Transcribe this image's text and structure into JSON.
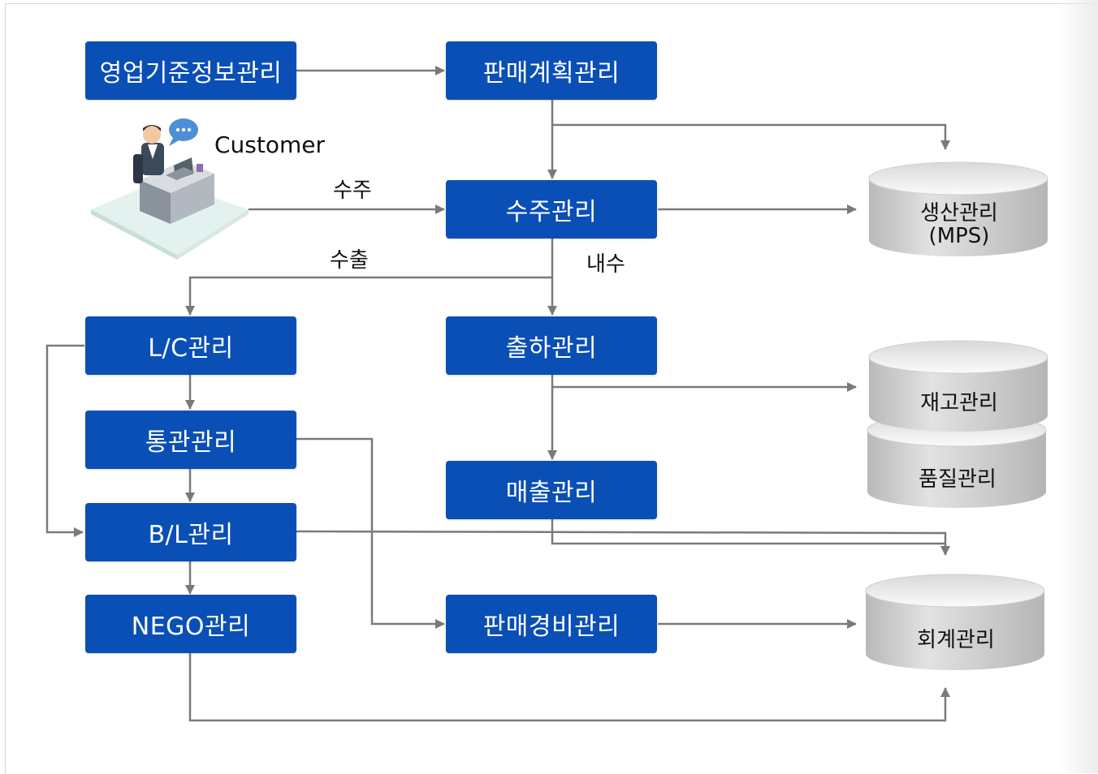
{
  "nodes": {
    "sales_master": "영업기준정보관리",
    "sales_plan": "판매계획관리",
    "order": "수주관리",
    "lc": "L/C관리",
    "shipping": "출하관리",
    "customs": "통관관리",
    "sales_revenue": "매출관리",
    "bl": "B/L관리",
    "nego": "NEGO관리",
    "sales_expense": "판매경비관리"
  },
  "customer_label": "Customer",
  "edge_labels": {
    "order_in": "수주",
    "export": "수출",
    "domestic": "내수"
  },
  "databases": {
    "production": "생산관리",
    "production_sub": "(MPS)",
    "inventory": "재고관리",
    "quality": "품질관리",
    "accounting": "회계관리"
  },
  "colors": {
    "node_fill": "#0a4fb5",
    "arrow": "#7a7a7a",
    "db_top": "#f2f2f2",
    "db_body": "#c8c8c8"
  }
}
